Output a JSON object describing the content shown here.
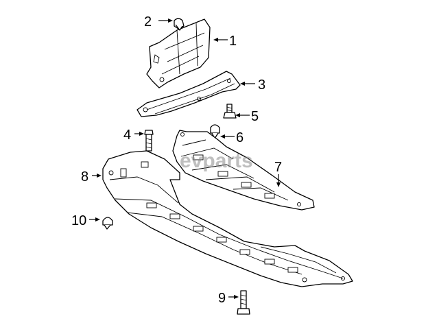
{
  "watermark": "evparts",
  "callouts": [
    {
      "id": "2",
      "text": "2"
    },
    {
      "id": "1",
      "text": "1"
    },
    {
      "id": "3",
      "text": "3"
    },
    {
      "id": "5",
      "text": "5"
    },
    {
      "id": "4",
      "text": "4"
    },
    {
      "id": "6",
      "text": "6"
    },
    {
      "id": "8",
      "text": "8"
    },
    {
      "id": "7",
      "text": "7"
    },
    {
      "id": "10",
      "text": "10"
    },
    {
      "id": "9",
      "text": "9"
    }
  ]
}
